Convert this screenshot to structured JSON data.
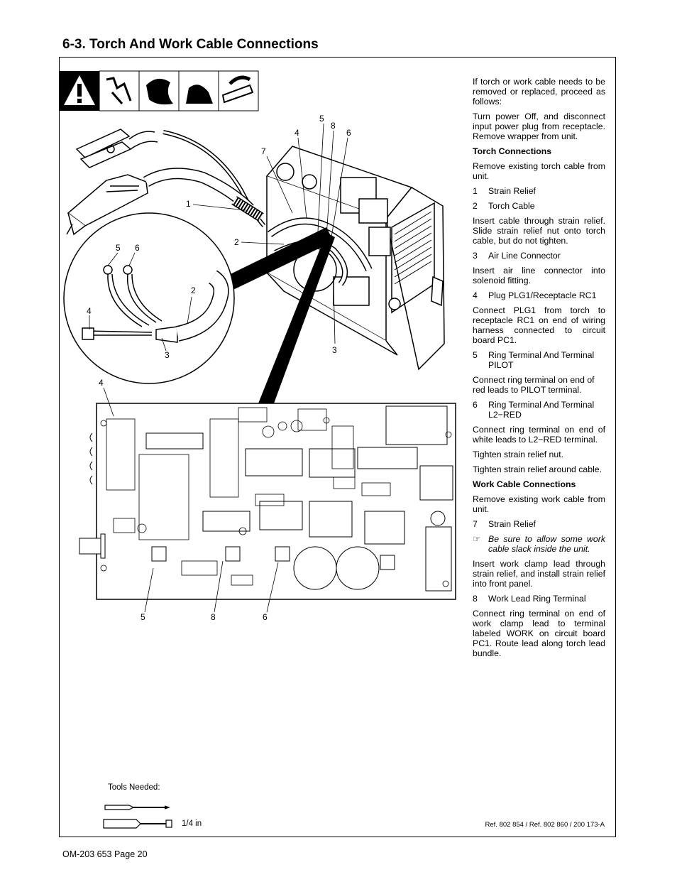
{
  "page_title": "6-3.   Torch And Work Cable Connections",
  "footer_page": "OM-203 653 Page 20",
  "ref_text": "Ref. 802 854 / Ref. 802 860 / 200 173-A",
  "tools_label": "Tools Needed:",
  "tool_size": "1/4 in",
  "callouts": {
    "top_5": "5",
    "top_8": "8",
    "top_4": "4",
    "top_6": "6",
    "top_7": "7",
    "top_1": "1",
    "top_2": "2",
    "top_3": "3",
    "circle_5": "5",
    "circle_6": "6",
    "circle_2": "2",
    "circle_4": "4",
    "circle_3": "3",
    "board_4": "4",
    "bottom_5": "5",
    "bottom_8": "8",
    "bottom_6": "6"
  },
  "instructions": {
    "intro": "If torch or work cable needs to be removed or replaced, proceed as follows:",
    "power_off": "Turn power Off, and disconnect input power plug from receptacle. Remove wrapper from unit.",
    "torch_heading": "Torch Connections",
    "remove_torch": "Remove existing torch cable from unit.",
    "item1_num": "1",
    "item1": "Strain Relief",
    "item2_num": "2",
    "item2": "Torch Cable",
    "insert_cable": "Insert cable through strain relief. Slide strain relief nut onto torch cable, but do not tighten.",
    "item3_num": "3",
    "item3": "Air Line Connector",
    "insert_air": "Insert air line connector into solenoid fitting.",
    "item4_num": "4",
    "item4": "Plug PLG1/Receptacle RC1",
    "connect_plg": "Connect PLG1 from torch to receptacle RC1 on end of wiring harness connected to circuit board PC1.",
    "item5_num": "5",
    "item5": "Ring Terminal And Terminal PILOT",
    "connect_red": "Connect ring terminal on end of red leads to PILOT terminal.",
    "item6_num": "6",
    "item6": "Ring Terminal And Terminal L2−RED",
    "connect_white": "Connect ring terminal on end of white leads to L2−RED terminal.",
    "tighten_nut": "Tighten strain relief nut.",
    "tighten_relief": "Tighten strain relief around cable.",
    "work_heading": "Work Cable Connections",
    "remove_work": "Remove existing work cable from unit.",
    "item7_num": "7",
    "item7": "Strain Relief",
    "note_hand": "☞",
    "note": "Be sure to allow some work cable slack inside the unit.",
    "insert_work": "Insert work clamp lead through strain relief, and install strain relief into front panel.",
    "item8_num": "8",
    "item8": "Work Lead Ring Terminal",
    "connect_work": "Connect ring terminal on end of work clamp lead to terminal labeled WORK on circuit board PC1. Route lead along torch lead bundle."
  }
}
